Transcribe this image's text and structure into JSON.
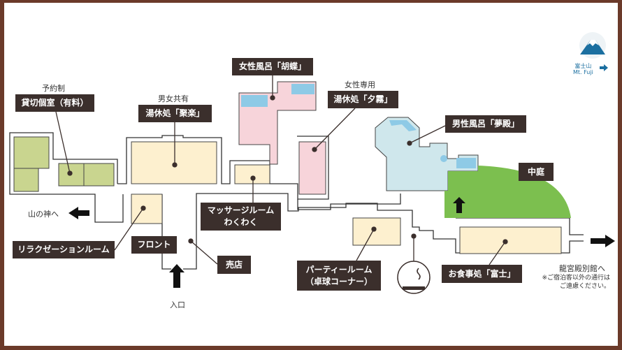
{
  "rooms": {
    "private_room": {
      "note": "予約制",
      "label": "貸切個室（有料）"
    },
    "yukyu_juraku": {
      "note": "男女共有",
      "label": "湯休処「聚楽」"
    },
    "women_bath": {
      "label": "女性風呂「胡蝶」"
    },
    "yukyu_yugiri": {
      "note": "女性専用",
      "label": "湯休処「夕霧」"
    },
    "men_bath": {
      "label": "男性風呂「夢殿」"
    },
    "garden": {
      "label": "中庭"
    },
    "massage": {
      "line1": "マッサージルーム",
      "line2": "わくわく"
    },
    "relaxation": {
      "label": "リラクゼーションルーム"
    },
    "front": {
      "label": "フロント"
    },
    "shop": {
      "label": "売店"
    },
    "party": {
      "line1": "パーティールーム",
      "line2": "（卓球コーナー）"
    },
    "dining": {
      "label": "お食事処「富士」"
    }
  },
  "directions": {
    "yamanokami": "山の神へ",
    "entrance": "入口",
    "annex": "龍宮殿別館へ",
    "annex_note1": "※ご宿泊客以外の通行は",
    "annex_note2": "ご遠慮ください。",
    "fuji_jp": "富士山",
    "fuji_en": "Mt. Fuji"
  },
  "icons": [
    "smoking-area-icon",
    "mt-fuji-icon",
    "arrow-icon"
  ],
  "colors": {
    "label_bg": "#3b2f2c",
    "frame": "#6b3a2a",
    "beige": "#fdf0cf",
    "green_room": "#c9d58f",
    "pink": "#f7d4da",
    "bath_blue": "#cfe7ec",
    "water": "#8ecae6",
    "garden": "#7cbf4f"
  }
}
